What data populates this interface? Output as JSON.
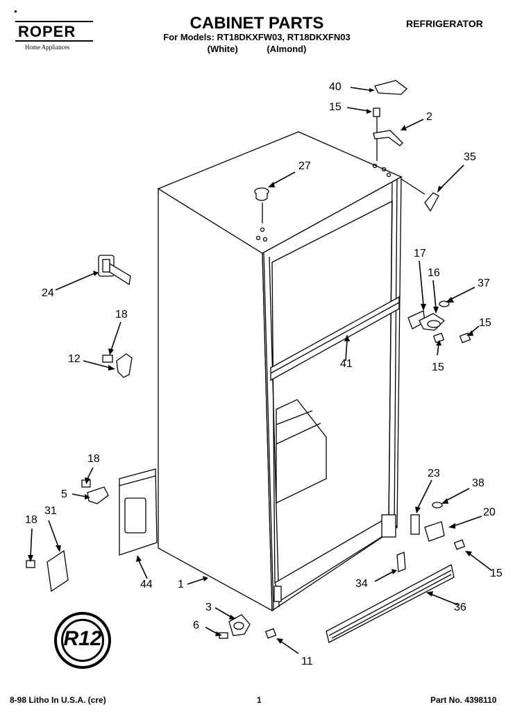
{
  "header": {
    "brand": "ROPER",
    "brand_tagline": "Home Appliances",
    "title": "CABINET PARTS",
    "models_line": "For Models: RT18DKXFW03, RT18DKXFN03",
    "colors": [
      "(White)",
      "(Almond)"
    ],
    "category": "REFRIGERATOR"
  },
  "footer": {
    "print_info": "8-98 Litho In U.S.A. (cre)",
    "page_number": "1",
    "part_number": "Part No. 4398110"
  },
  "badge": {
    "text": "R12"
  },
  "callouts": {
    "c40": "40",
    "c15_top": "15",
    "c2": "2",
    "c35": "35",
    "c27": "27",
    "c24": "24",
    "c18_a": "18",
    "c12": "12",
    "c17": "17",
    "c16": "16",
    "c37": "37",
    "c15_mid": "15",
    "c15_low": "15",
    "c41": "41",
    "c18_b": "18",
    "c5": "5",
    "c18_c": "18",
    "c31": "31",
    "c44": "44",
    "c1": "1",
    "c3": "3",
    "c6": "6",
    "c11": "11",
    "c23": "23",
    "c38": "38",
    "c20": "20",
    "c15_bot": "15",
    "c34": "34",
    "c36": "36"
  }
}
